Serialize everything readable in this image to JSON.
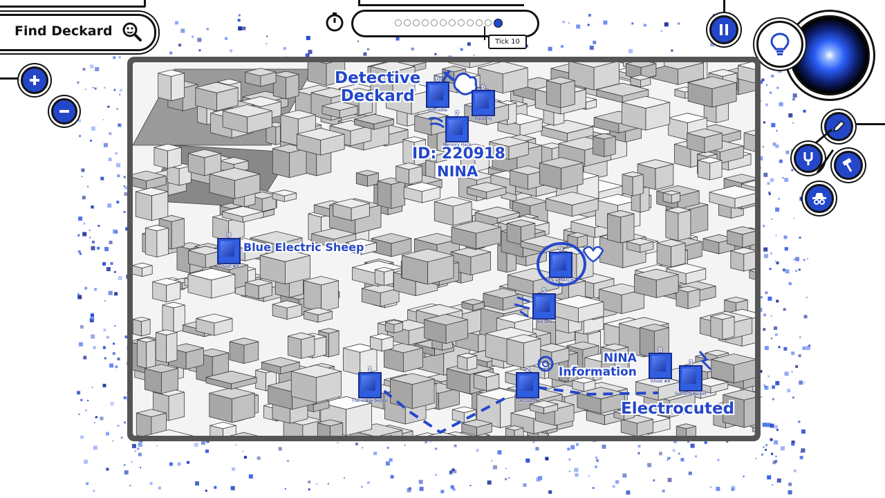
{
  "search": {
    "label": "Find Deckard"
  },
  "timeline": {
    "tick_label": "Tick 10",
    "dot_count": 12,
    "active_dot": 12
  },
  "annotations": {
    "detective": "Detective\nDeckard",
    "id_line1": "ID: 220918",
    "id_line2": "NINA",
    "sheep": "Blue Electric Sheep",
    "nina_info": "NINA\nInformation",
    "electrocuted": "Electrocuted"
  },
  "cards": [
    {
      "num": "6",
      "caption": "Crocodile"
    },
    {
      "num": "6",
      "caption": "Rippling"
    },
    {
      "num": "7",
      "caption": "Memory Hack"
    },
    {
      "num": "9",
      "caption": "Ghost #9"
    },
    {
      "num": "9",
      "caption": "It's a MATCH"
    },
    {
      "num": "5",
      "caption": "Too late"
    },
    {
      "num": "1",
      "caption": "The chase begins"
    },
    {
      "num": "2",
      "caption": "DECISION"
    },
    {
      "num": "8",
      "caption": "Ghost #8"
    },
    {
      "num": "3",
      "caption": "Sending Packet"
    }
  ],
  "colors": {
    "accent": "#2447c9",
    "frame": "#555555",
    "ink": "#111111"
  },
  "icons": {
    "search": "magnifier-face-icon",
    "timer": "stopwatch-icon",
    "pause": "pause-icon",
    "hint": "lightbulb-icon",
    "pen": "pen-icon",
    "fork": "tuning-fork-icon",
    "hammer": "hammer-icon",
    "spy": "spy-hat-icon"
  }
}
